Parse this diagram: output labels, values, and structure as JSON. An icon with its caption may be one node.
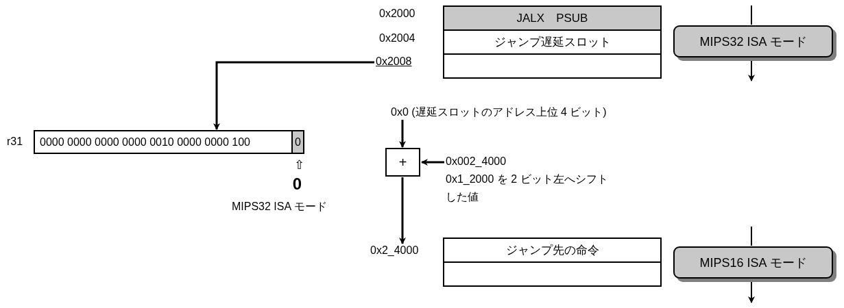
{
  "diagram": {
    "nodes": [
      {
        "text": [
          "0x2008"
        ]
      },
      {
        "text": [
          "JALX　PSUB"
        ]
      },
      {
        "text": [
          "ジャンプ遅延スロット"
        ]
      },
      {
        "text": [],
        "shape": "box"
      },
      {
        "text": [
          "MIPS32 ISA モード"
        ]
      },
      {
        "text": [
          "0000 0000 0000 0000 0010 0000 0000 100"
        ],
        "beside": [
          "r31"
        ]
      },
      {
        "text": [
          "0"
        ],
        "in": 5
      },
      {
        "text": [
          "0x0 (遅延スロットのアドレス上位 4 ビット)"
        ]
      },
      {
        "text": [
          "+"
        ]
      },
      {
        "text": [
          "0x002_4000",
          "0x1_2000 を 2 ビット左へシフトした値"
        ]
      },
      {
        "text": [
          "0x2_4000"
        ]
      },
      {
        "text": [
          "ジャンプ先の命令"
        ]
      },
      {
        "text": [],
        "shape": "box"
      },
      {
        "text": [
          "MIPS16 ISA モード"
        ]
      }
    ],
    "edges": [
      {
        "from": 0,
        "to": 5,
        "arrow": "to"
      },
      {
        "from": null,
        "to": 4,
        "arrow": "none"
      },
      {
        "from": 4,
        "to": null,
        "arrow": "to"
      },
      {
        "from": 7,
        "to": 8,
        "arrow": "to"
      },
      {
        "from": 9,
        "to": 8,
        "arrow": "to"
      },
      {
        "from": 8,
        "to": 10,
        "arrow": "to"
      },
      {
        "from": null,
        "to": 13,
        "arrow": "none"
      },
      {
        "from": 13,
        "to": null,
        "arrow": "to"
      }
    ],
    "labels": [
      "0x2000",
      "0x2004",
      "⇧",
      "0",
      "MIPS32 ISA モード"
    ]
  }
}
